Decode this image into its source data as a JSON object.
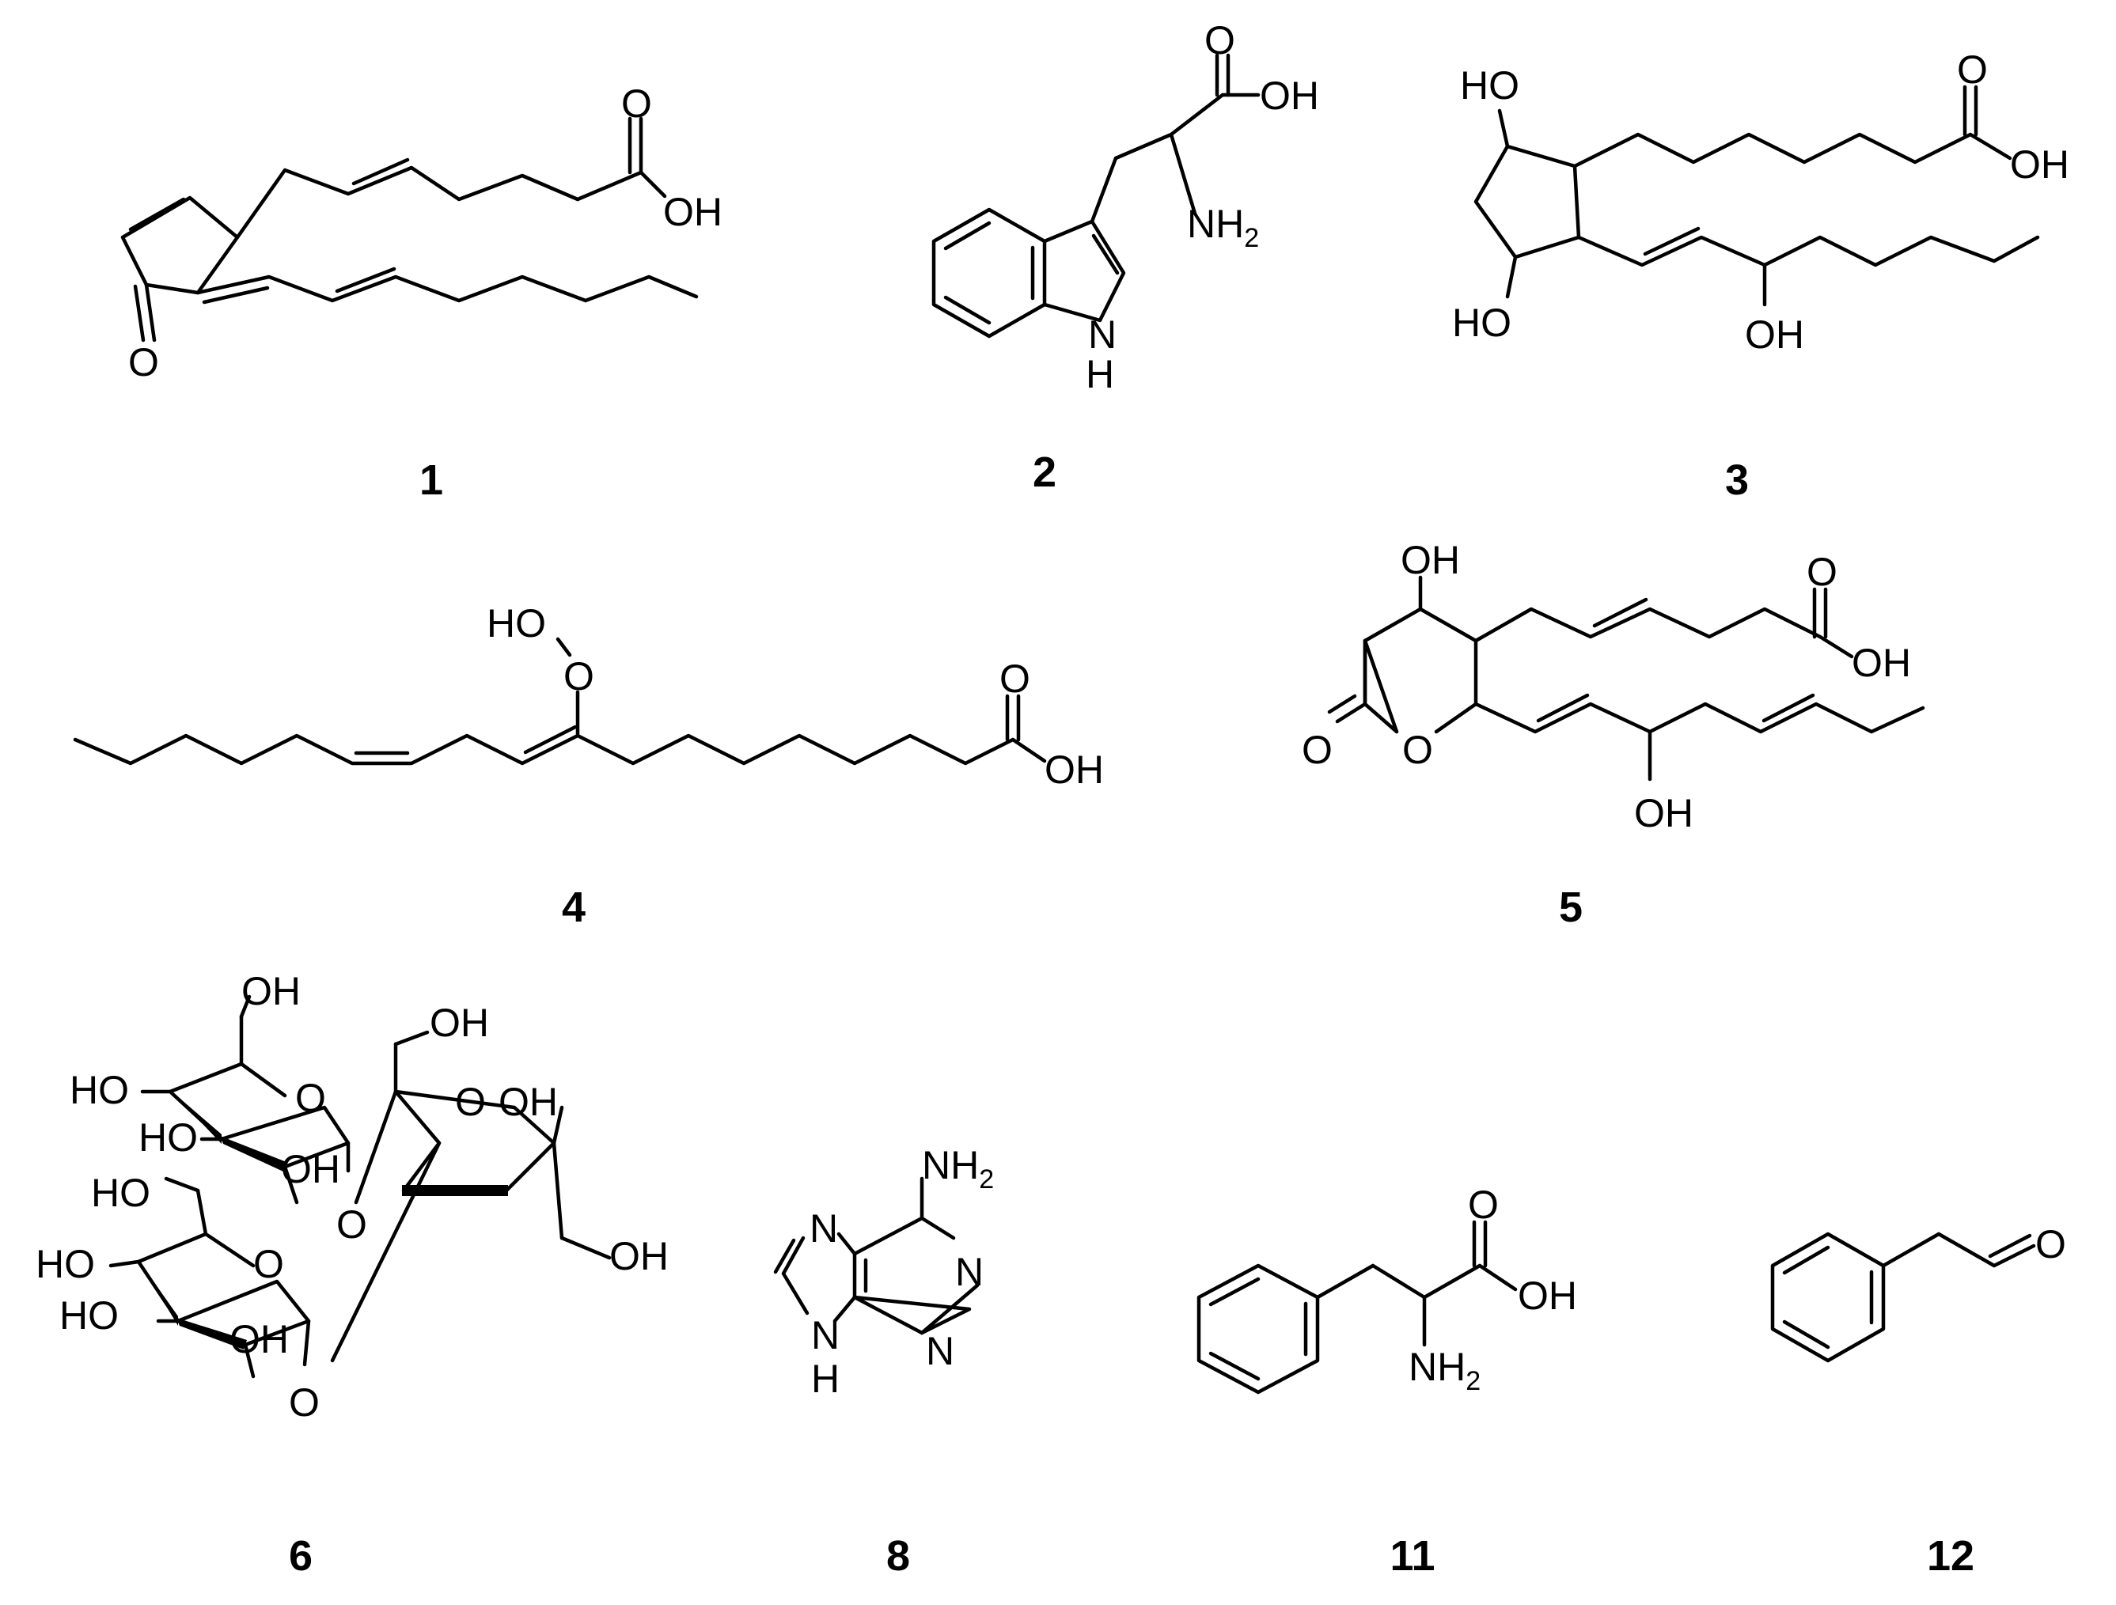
{
  "compounds": [
    {
      "id": "1",
      "label": "1",
      "atoms": {
        "o_ketone": "O",
        "oh": "OH",
        "o_acid": "O"
      }
    },
    {
      "id": "2",
      "label": "2",
      "atoms": {
        "o_acid": "O",
        "oh": "OH",
        "nh2": "NH",
        "sub": "2",
        "nh": "N",
        "h": "H"
      }
    },
    {
      "id": "3",
      "label": "3",
      "atoms": {
        "ho_top": "HO",
        "ho_bottom": "HO",
        "oh_side": "OH",
        "o_acid": "O",
        "oh_acid": "OH"
      }
    },
    {
      "id": "4",
      "label": "4",
      "atoms": {
        "hoo_h": "HO",
        "hoo_o": "O",
        "o_acid": "O",
        "oh_acid": "OH"
      }
    },
    {
      "id": "5",
      "label": "5",
      "atoms": {
        "oh_top": "OH",
        "o_carbonyl": "O",
        "o_ring": "O",
        "oh_side": "OH",
        "o_acid": "O",
        "oh_acid": "OH"
      }
    },
    {
      "id": "6",
      "label": "6",
      "atoms": {
        "oh_1": "OH",
        "ho_1": "HO",
        "ho_2": "HO",
        "oh_2": "OH",
        "o_ring1": "O",
        "oh_3": "OH",
        "o_link1": "O",
        "oh_4": "OH",
        "o_ring_f": "O",
        "oh_5": "OH",
        "ho_3": "HO",
        "ho_4": "HO",
        "ho_5": "HO",
        "oh_6": "OH",
        "o_ring2": "O",
        "o_link2": "O"
      }
    },
    {
      "id": "8",
      "label": "8",
      "atoms": {
        "nh2": "NH",
        "sub": "2",
        "n1": "N",
        "n3": "N",
        "n7": "N",
        "n9": "N",
        "h": "H"
      }
    },
    {
      "id": "11",
      "label": "11",
      "atoms": {
        "o_acid": "O",
        "oh": "OH",
        "nh2": "NH",
        "sub": "2"
      }
    },
    {
      "id": "12",
      "label": "12",
      "atoms": {
        "o_ald": "O"
      }
    }
  ]
}
